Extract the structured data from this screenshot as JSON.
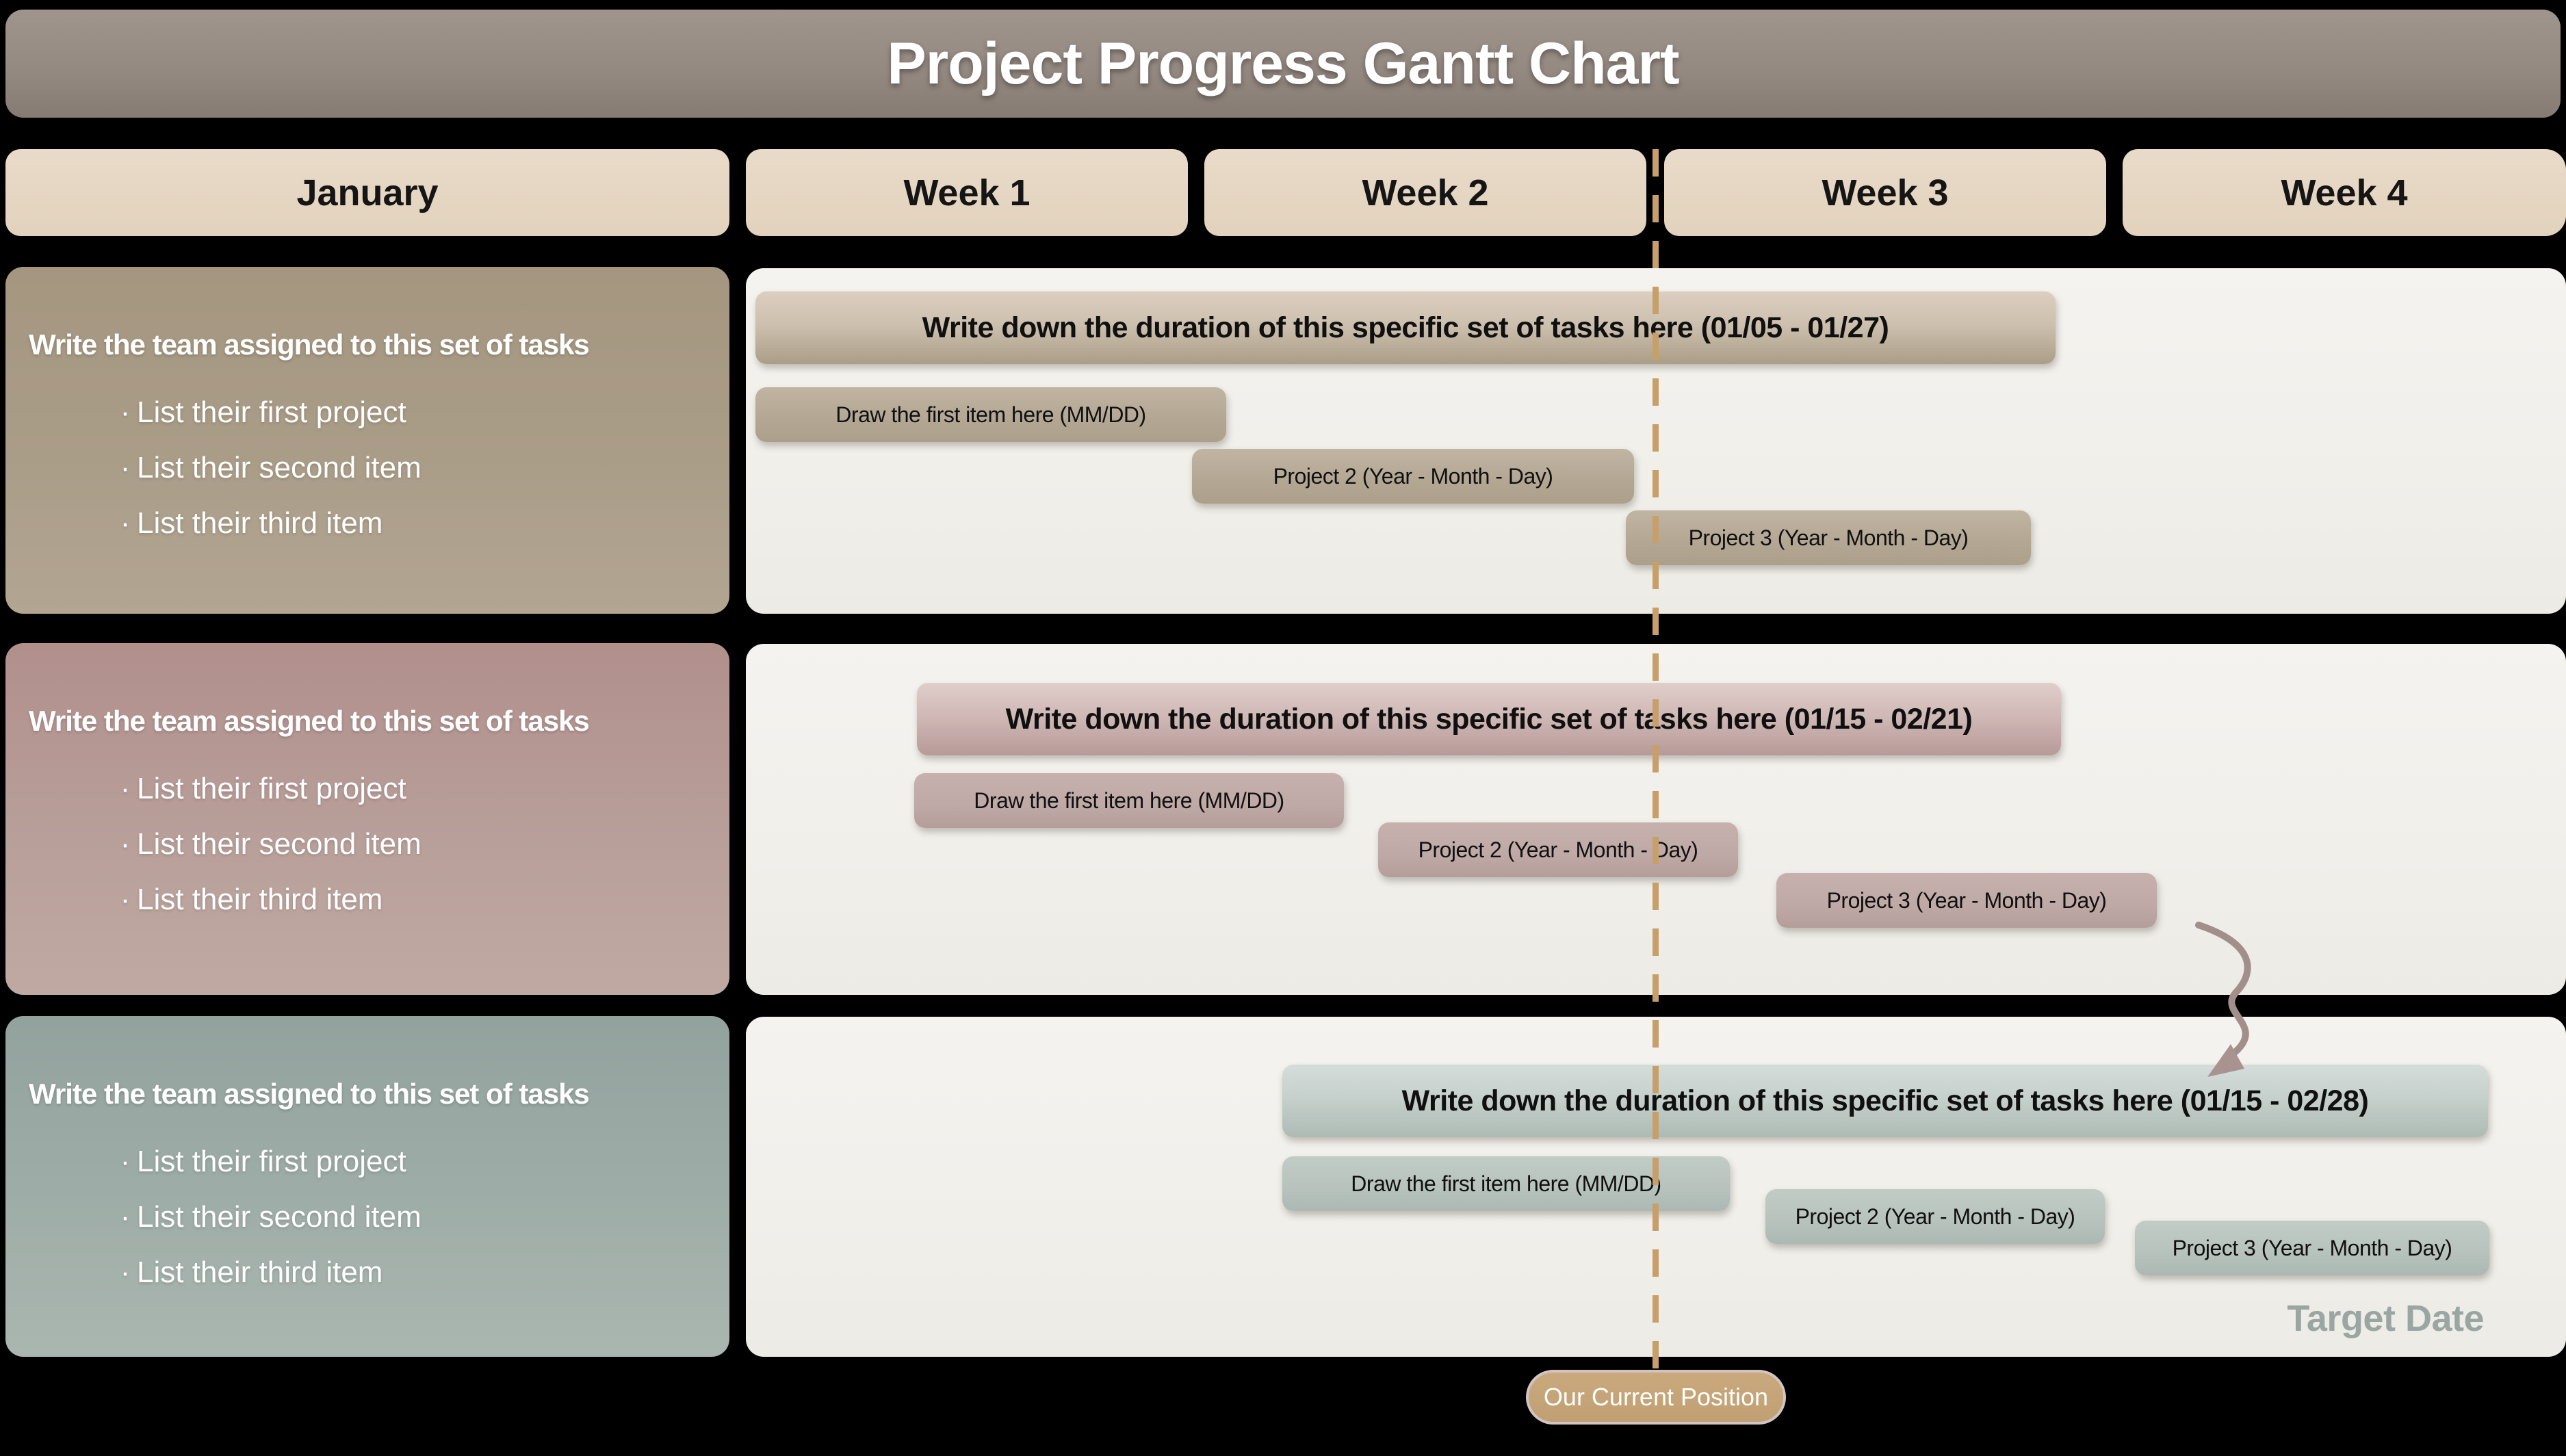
{
  "page_title": "Project Progress Gantt Chart",
  "bullet_char": "·",
  "timeline": {
    "month_label": "January",
    "week_labels": [
      "Week 1",
      "Week 2",
      "Week 3",
      "Week 4"
    ]
  },
  "current_position_label": "Our Current Position",
  "target_date_label": "Target Date",
  "groups": [
    {
      "team_label": "Write the team assigned to this set of tasks",
      "items": [
        "List their first project",
        "List their second item",
        "List their third item"
      ],
      "duration_label": "Write down the duration of this specific set of tasks here (01/05 - 01/27)",
      "tasks": [
        "Draw the first item here (MM/DD)",
        "Project 2 (Year - Month - Day)",
        "Project 3 (Year - Month - Day)"
      ],
      "accent_color": "#ab9e88"
    },
    {
      "team_label": "Write the team assigned to this set of tasks",
      "items": [
        "List their first project",
        "List their second item",
        "List their third item"
      ],
      "duration_label": "Write down the duration of this specific set of tasks here (01/15 - 02/21)",
      "tasks": [
        "Draw the first item here (MM/DD)",
        "Project 2 (Year - Month - Day)",
        "Project 3 (Year - Month - Day)"
      ],
      "accent_color": "#b79592"
    },
    {
      "team_label": "Write the team assigned to this set of tasks",
      "items": [
        "List their first project",
        "List their second item",
        "List their third item"
      ],
      "duration_label": "Write down the duration of this specific set of tasks here (01/15 - 02/28)",
      "tasks": [
        "Draw the first item here (MM/DD)",
        "Project 2 (Year - Month - Day)",
        "Project 3 (Year - Month - Day)"
      ],
      "accent_color": "#9aa8a3"
    }
  ],
  "colors": {
    "background": "#000000",
    "title_bar_top": "#9f958d",
    "title_bar_bottom": "#867b72",
    "header_cell": "#e6d7c4",
    "panel_background": "#f2f0ec",
    "dashed_line": "#c79f6b",
    "badge_fill": "#c4a477",
    "badge_border": "#d2c4c4",
    "badge_text": "#ffffff",
    "target_date_text": "#9aa6a1",
    "arrow": "#a28f8b"
  },
  "chart_data": {
    "type": "bar",
    "subtype": "gantt",
    "title": "Project Progress Gantt Chart",
    "x_axis": {
      "month": "January",
      "categories": [
        "Week 1",
        "Week 2",
        "Week 3",
        "Week 4"
      ],
      "units": "weeks",
      "range": [
        0,
        4
      ]
    },
    "current_position_week": 2.0,
    "legend_position": "none",
    "grid": false,
    "groups": [
      {
        "team": "Write the team assigned to this set of tasks",
        "duration": {
          "label": "Write down the duration of this specific set of tasks here (01/05 - 01/27)",
          "start_date": "01/05",
          "end_date": "01/27",
          "start_week": 0.0,
          "end_week": 2.85
        },
        "bars": [
          {
            "label": "Draw the first item here (MM/DD)",
            "start_week": 0.0,
            "end_week": 1.05
          },
          {
            "label": "Project 2 (Year - Month - Day)",
            "start_week": 0.97,
            "end_week": 1.93
          },
          {
            "label": "Project 3 (Year - Month - Day)",
            "start_week": 1.91,
            "end_week": 2.8
          }
        ]
      },
      {
        "team": "Write the team assigned to this set of tasks",
        "duration": {
          "label": "Write down the duration of this specific set of tasks here (01/15 - 02/21)",
          "start_date": "01/15",
          "end_date": "02/21",
          "start_week": 0.37,
          "end_week": 2.86
        },
        "bars": [
          {
            "label": "Draw the first item here (MM/DD)",
            "start_week": 0.36,
            "end_week": 1.3
          },
          {
            "label": "Project 2 (Year - Month - Day)",
            "start_week": 1.37,
            "end_week": 2.15
          },
          {
            "label": "Project 3 (Year - Month - Day)",
            "start_week": 2.24,
            "end_week": 3.06
          }
        ]
      },
      {
        "team": "Write the team assigned to this set of tasks",
        "duration": {
          "label": "Write down the duration of this specific set of tasks here (01/15 - 02/28)",
          "start_date": "01/15",
          "end_date": "02/28",
          "start_week": 1.16,
          "end_week": 3.79
        },
        "bars": [
          {
            "label": "Draw the first item here (MM/DD)",
            "start_week": 1.16,
            "end_week": 2.14
          },
          {
            "label": "Project 2 (Year - Month - Day)",
            "start_week": 2.21,
            "end_week": 2.95
          },
          {
            "label": "Project 3 (Year - Month - Day)",
            "start_week": 3.02,
            "end_week": 3.79
          }
        ],
        "annotation": "Target Date"
      }
    ]
  }
}
